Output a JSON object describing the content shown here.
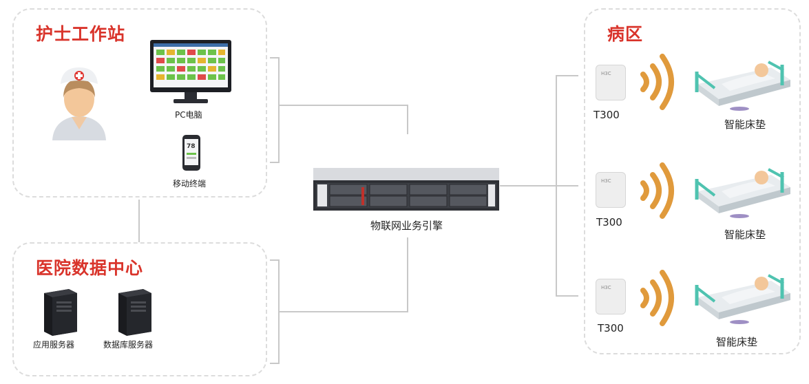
{
  "nurse_station": {
    "title": "护士工作站",
    "pc_label": "PC电脑",
    "mobile_label": "移动终端",
    "mobile_screen_text": "78"
  },
  "data_center": {
    "title": "医院数据中心",
    "app_server_label": "应用服务器",
    "db_server_label": "数据库服务器"
  },
  "engine": {
    "label": "物联网业务引擎"
  },
  "ward": {
    "title": "病区",
    "device_brand": "H3C",
    "rows": [
      {
        "device_label": "T300",
        "mattress_label": "智能床垫"
      },
      {
        "device_label": "T300",
        "mattress_label": "智能床垫"
      },
      {
        "device_label": "T300",
        "mattress_label": "智能床垫"
      }
    ]
  },
  "colors": {
    "title_red": "#d9342b",
    "wifi_orange": "#e09a3c",
    "connector_gray": "#c8c8c8",
    "bed_teal": "#4fc3b0"
  }
}
